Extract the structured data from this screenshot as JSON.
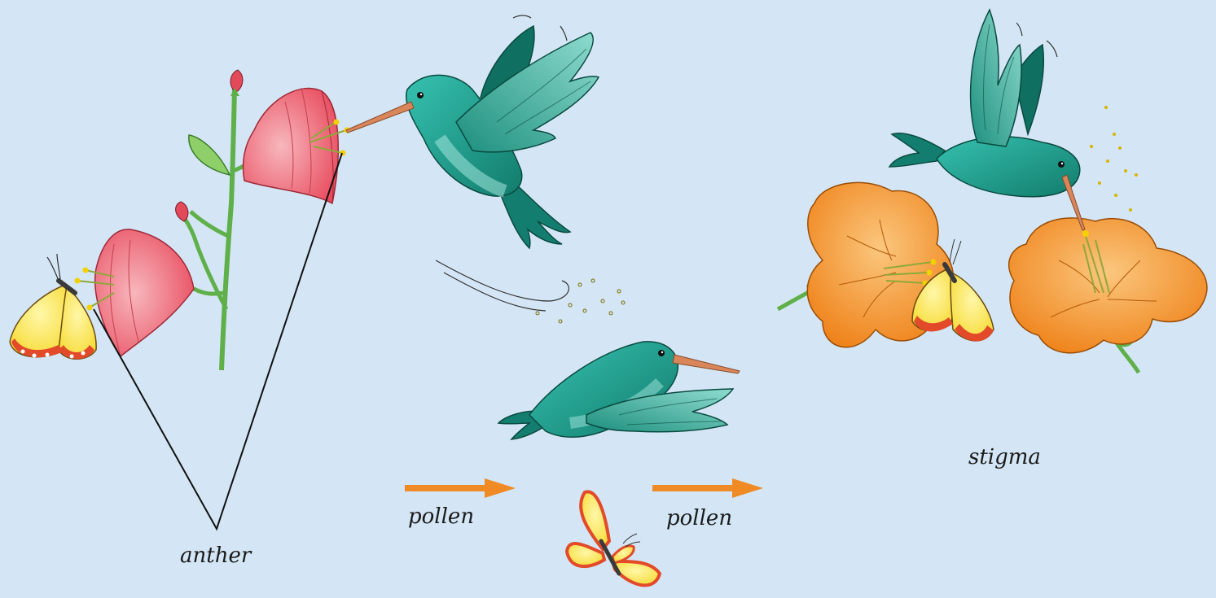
{
  "labels": {
    "anther": "anther",
    "pollen_1": "pollen",
    "pollen_2": "pollen",
    "stigma": "stigma"
  },
  "colors": {
    "background": "#d4e6f5",
    "arrow": "#f08a24",
    "bird_body": "#2fb5a5",
    "bird_dark": "#13806f",
    "bird_belly": "#8fdcd6",
    "beak": "#d9865b",
    "pink_flower": "#ec5a68",
    "pink_flower_light": "#f5a3ac",
    "orange_flower": "#f58f20",
    "orange_flower_light": "#f9c078",
    "stem": "#5fb04a",
    "butterfly_wing": "#fce94f",
    "butterfly_edge": "#e24a2a",
    "pointer_line": "#111111"
  }
}
